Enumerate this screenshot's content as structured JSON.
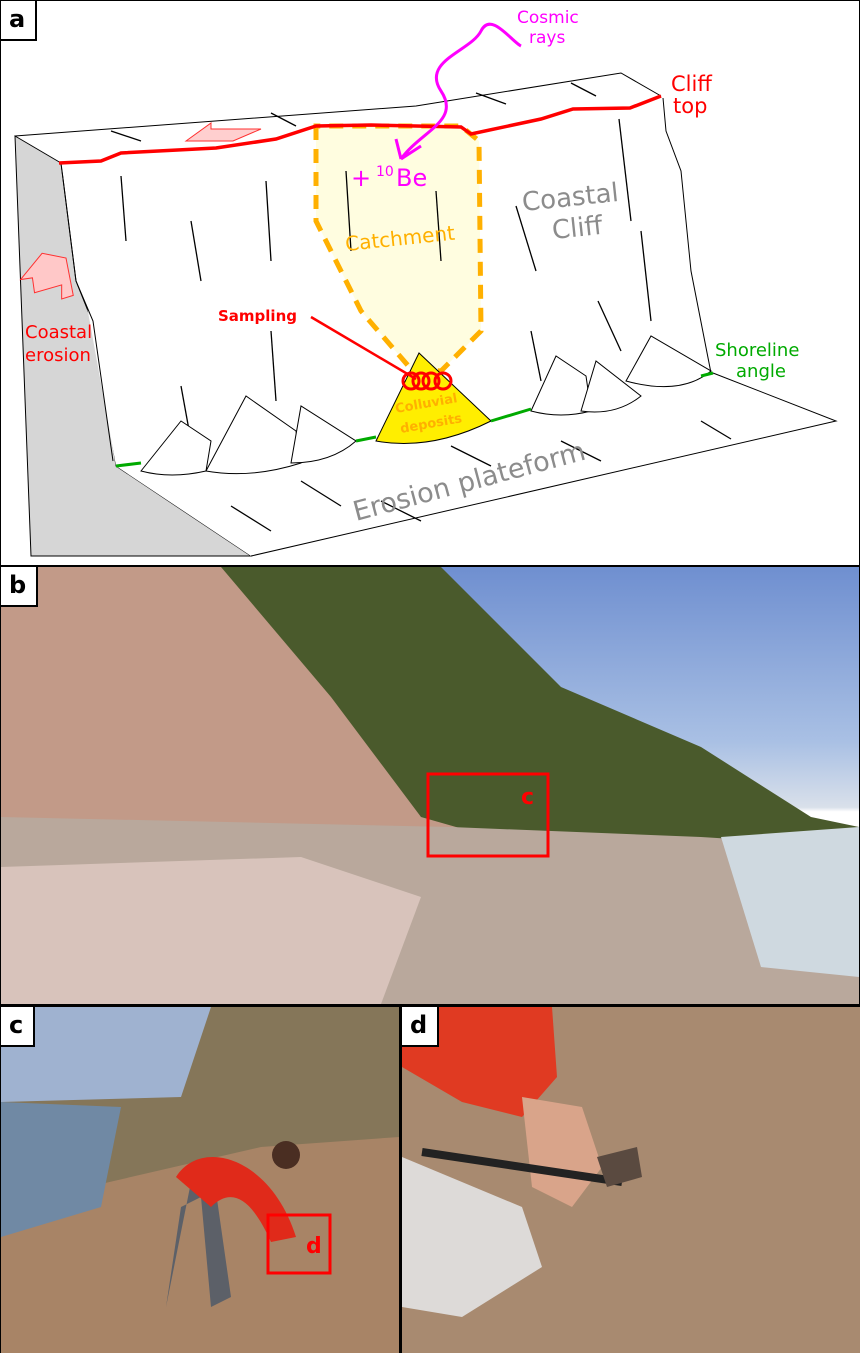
{
  "panels": {
    "a": "a",
    "b": "b",
    "c": "c",
    "d": "d"
  },
  "diagram": {
    "cosmic_rays": [
      "Cosmic",
      "rays"
    ],
    "be10_plus": "+",
    "be10_sup": "10",
    "be10_el": "Be",
    "cliff_top": [
      "Cliff",
      "top"
    ],
    "catchment": "Catchment",
    "coastal_cliff": [
      "Coastal",
      "Cliff"
    ],
    "sampling": "Sampling",
    "colluvial": [
      "Colluvial",
      "deposits"
    ],
    "shoreline_angle": [
      "Shoreline",
      "angle"
    ],
    "coastal_erosion": [
      "Coastal",
      "erosion"
    ],
    "erosion_platform": "Erosion plateform"
  },
  "photo_markers": {
    "b_box": "c",
    "c_box": "d"
  },
  "colors": {
    "red": "#ff0000",
    "magenta": "#ff00ff",
    "orange": "#ffb000",
    "green": "#00aa00",
    "gray": "#8c8c8c",
    "yellow": "#ffee00"
  }
}
